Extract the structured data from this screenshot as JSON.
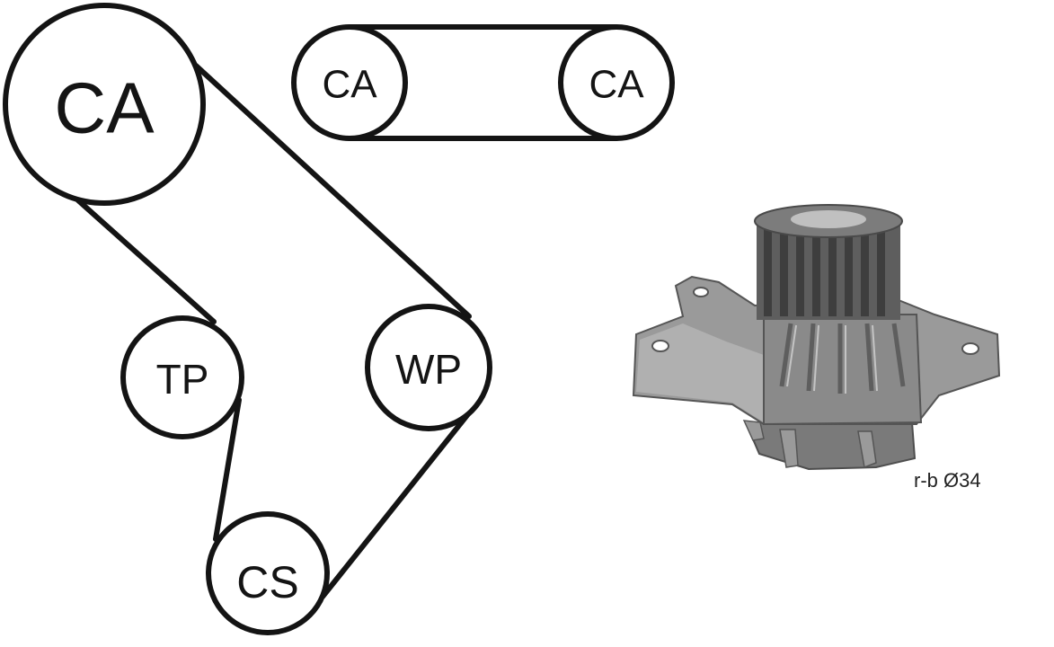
{
  "pulleys": {
    "ca_main": "CA",
    "ca_small_left": "CA",
    "ca_small_right": "CA",
    "tp": "TP",
    "wp": "WP",
    "cs": "CS"
  },
  "pump_caption": "r-b Ø34",
  "colors": {
    "line": "#141414",
    "pump_body": "#9a9a9a",
    "pump_dark": "#5e5e5e",
    "pump_light": "#c4c4c4"
  }
}
